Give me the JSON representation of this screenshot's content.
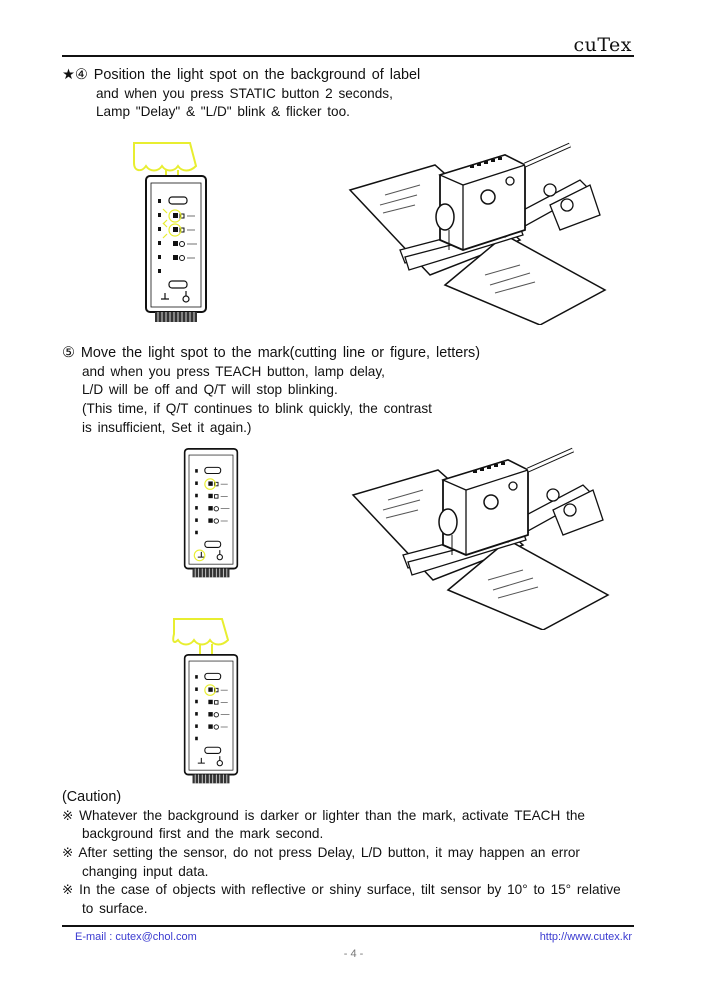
{
  "header": {
    "brand": "cuTex"
  },
  "step4": {
    "lines": [
      "★④ Position the light spot on the background of label",
      "and when you press STATIC button 2 seconds,",
      "Lamp \"Delay\" & \"L/D\" blink & flicker too."
    ]
  },
  "step5": {
    "lines": [
      "⑤ Move the light spot to the mark(cutting line or figure, letters)",
      "and when you press TEACH button, lamp delay,",
      "L/D will be off and Q/T will stop blinking.",
      "(This time, if Q/T continues to blink quickly, the contrast",
      "is insufficient, Set it again.)"
    ]
  },
  "caution": {
    "title": "(Caution)",
    "lines": [
      "※ Whatever the background is darker or lighter than the mark, activate TEACH the",
      "background first and the mark second.",
      "※ After setting the sensor, do not press Delay, L/D button, it may happen an error",
      "changing input data.",
      "※ In the case of objects with reflective or shiny surface, tilt sensor by 10° to 15° relative",
      "to surface."
    ]
  },
  "footer": {
    "email": "E-mail : cutex@chol.com",
    "url": "http://www.cutex.kr",
    "page": "- 4 -"
  },
  "colors": {
    "highlight": "#e8ee30",
    "ink": "#111111",
    "footer_link": "#3a3ad0"
  }
}
